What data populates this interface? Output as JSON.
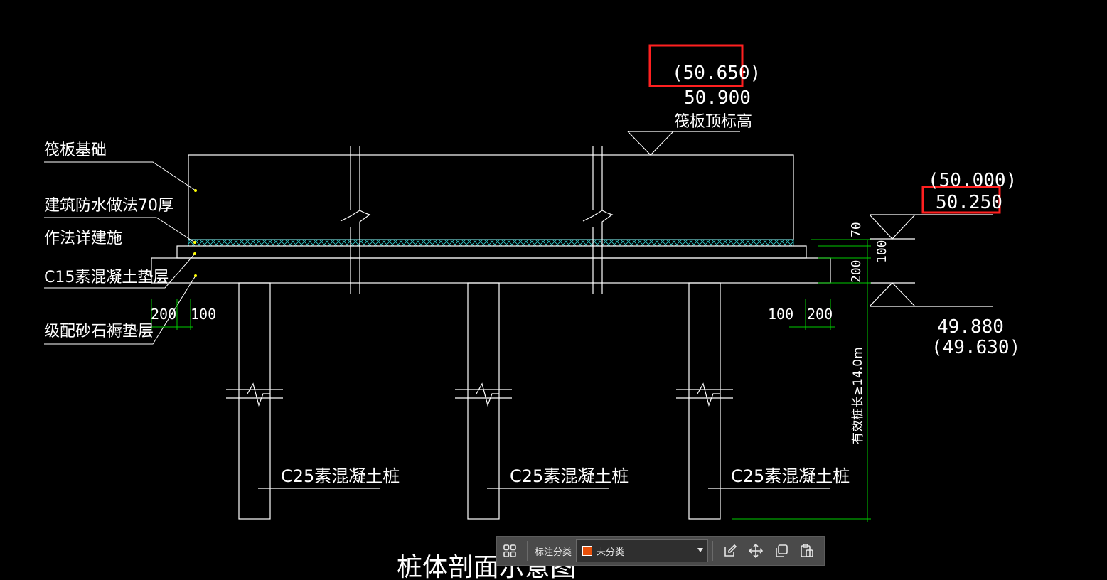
{
  "drawing": {
    "title": "桩体剖面示意图",
    "labels": {
      "raft_foundation": "筏板基础",
      "waterproof": "建筑防水做法70厚",
      "see_arch": "作法详建施",
      "c15_cushion": "C15素混凝土垫层",
      "gravel_cushion": "级配砂石褥垫层",
      "pile_1": "C25素混凝土桩",
      "pile_2": "C25素混凝土桩",
      "pile_3": "C25素混凝土桩",
      "raft_top_elev": "筏板顶标高",
      "effective_pile_len": "有效桩长≥14.0m"
    },
    "elevations": {
      "top_bracket": "(50.650)",
      "top": "50.900",
      "mid_bracket": "(50.000)",
      "mid": "50.250",
      "bottom": "49.880",
      "bottom_bracket": "(49.630)"
    },
    "dimensions": {
      "left_200": "200",
      "left_100": "100",
      "right_100": "100",
      "right_200": "200",
      "v_70": "70",
      "v_100": "100",
      "v_200": "200"
    },
    "colors": {
      "line": "#ffffff",
      "dimension": "#00cc00",
      "hatch": "#33cccc",
      "highlight": "#ff2020",
      "leader_dot": "#ffff00"
    }
  },
  "toolbar": {
    "category_label": "标注分类",
    "selected_category": "未分类",
    "swatch_color": "#e8500a",
    "icons": [
      "grid-icon",
      "edit-icon",
      "move-icon",
      "copy-icon",
      "paste-icon"
    ]
  }
}
